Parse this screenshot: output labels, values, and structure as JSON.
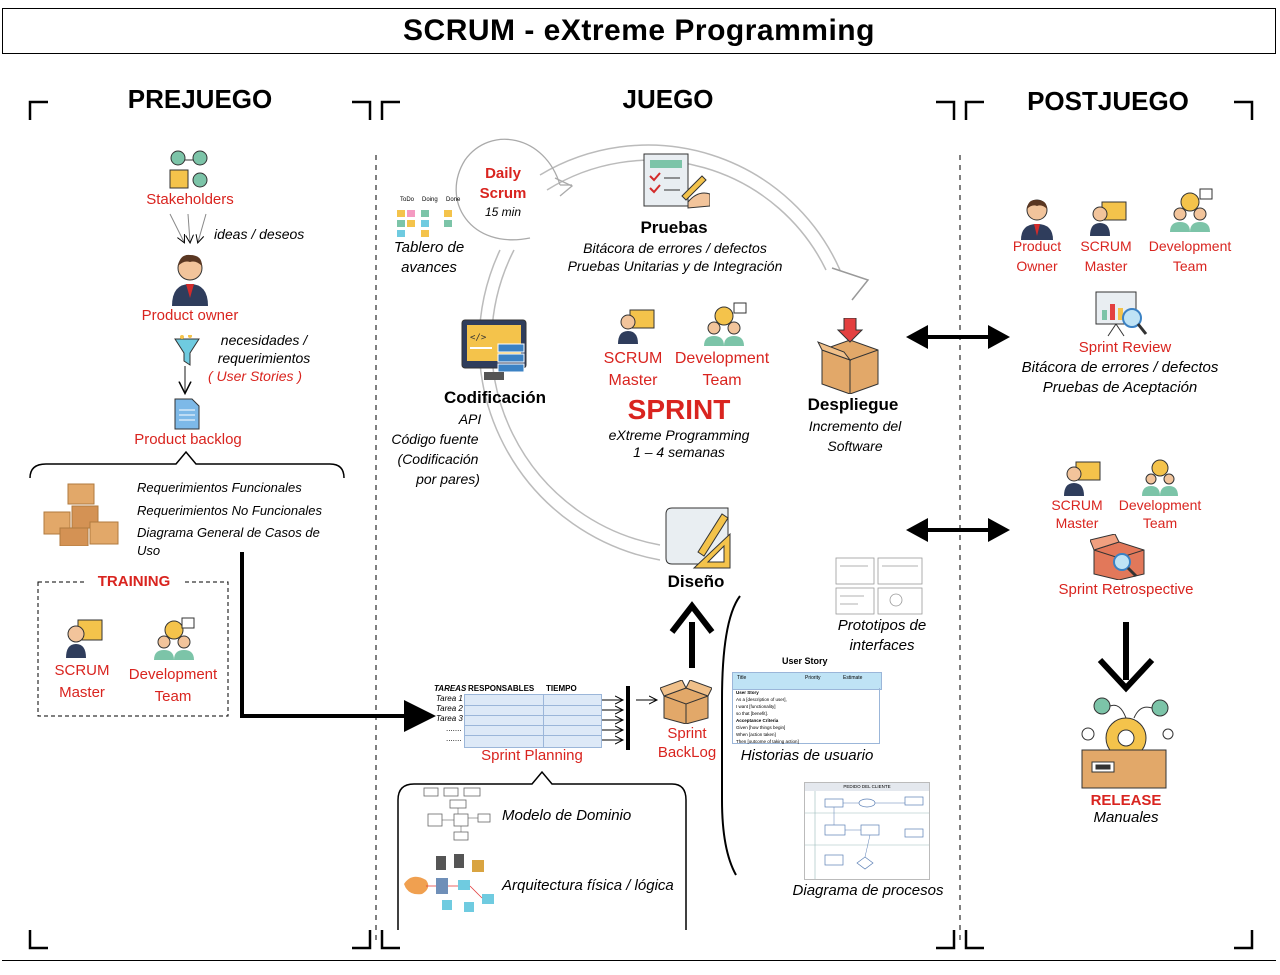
{
  "title": "SCRUM - eXtreme Programming",
  "phases": {
    "pre": "PREJUEGO",
    "game": "JUEGO",
    "post": "POSTJUEGO"
  },
  "pre": {
    "stakeholders": "Stakeholders",
    "ideas": "ideas / deseos",
    "product_owner": "Product owner",
    "needs_line1": "necesidades /",
    "needs_line2": "requerimientos",
    "user_stories": "( User Stories )",
    "product_backlog": "Product backlog",
    "requirements": [
      "Requerimientos Funcionales",
      "Requerimientos No Funcionales",
      "Diagrama General de Casos de Uso"
    ],
    "training": "TRAINING",
    "scrum_master": "SCRUM Master",
    "dev_team": "Development Team"
  },
  "game": {
    "daily_scrum": "Daily Scrum",
    "daily_time": "15 min",
    "board_cols": [
      "ToDo",
      "Doing",
      "Done"
    ],
    "board_label": "Tablero de avances",
    "pruebas": "Pruebas",
    "pruebas_line1": "Bitácora de errores / defectos",
    "pruebas_line2": "Pruebas Unitarias y de Integración",
    "codificacion": "Codificación",
    "cod_api": "API",
    "cod_line1": "Código fuente",
    "cod_line2": "(Codificación",
    "cod_line3": "por pares)",
    "scrum_master": "SCRUM Master",
    "dev_team": "Development Team",
    "sprint": "SPRINT",
    "sprint_line1": "eXtreme Programming",
    "sprint_line2": "1 – 4 semanas",
    "despliegue": "Despliegue",
    "desp_line1": "Incremento del",
    "desp_line2": "Software",
    "diseno": "Diseño",
    "planning_headers": [
      "TAREAS",
      "RESPONSABLES",
      "TIEMPO"
    ],
    "planning_tasks": [
      "Tarea 1",
      "Tarea 2",
      "Tarea 3",
      ".......",
      "......."
    ],
    "sprint_planning": "Sprint Planning",
    "sprint_backlog": "Sprint BackLog",
    "prototipos": "Prototipos de interfaces",
    "user_story_title": "User Story",
    "user_story_cols": [
      "Title",
      "Priority",
      "Estimate"
    ],
    "user_story_rows": [
      "User Story",
      "As a [description of user],",
      "I want [functionality]",
      "so that [benefit].",
      "Acceptance Criteria",
      "Given [how things begin]",
      "When [action taken]",
      "Then [outcome of taking action]"
    ],
    "historias": "Historias de usuario",
    "modelo": "Modelo de Dominio",
    "arquitectura": "Arquitectura física / lógica",
    "proceso_title": "PEDIDO DEL CLIENTE",
    "diagrama_procesos": "Diagrama de procesos"
  },
  "post": {
    "product_owner": "Product Owner",
    "scrum_master": "SCRUM Master",
    "dev_team": "Development Team",
    "review": "Sprint Review",
    "review_line1": "Bitácora de errores / defectos",
    "review_line2": "Pruebas de Aceptación",
    "retrospective": "Sprint Retrospective",
    "release": "RELEASE",
    "manuales": "Manuales"
  }
}
